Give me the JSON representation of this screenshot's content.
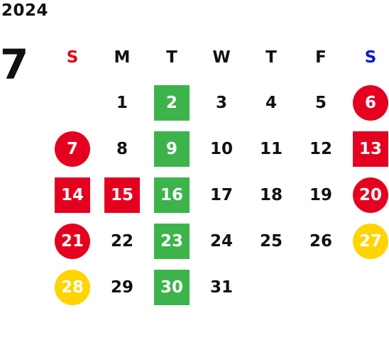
{
  "year": "2024",
  "month": "7",
  "weekdays": [
    "S",
    "M",
    "T",
    "W",
    "T",
    "F",
    "S"
  ],
  "styles": {
    "red": "#e60020",
    "green": "#3cb44b",
    "yellow": "#ffd400",
    "sunday_header": "#e60012",
    "saturday_header": "#0018d8"
  },
  "days": [
    {
      "d": "",
      "s": ""
    },
    {
      "d": "1",
      "s": ""
    },
    {
      "d": "2",
      "s": "green-square"
    },
    {
      "d": "3",
      "s": ""
    },
    {
      "d": "4",
      "s": ""
    },
    {
      "d": "5",
      "s": ""
    },
    {
      "d": "6",
      "s": "red-circle"
    },
    {
      "d": "7",
      "s": "red-circle"
    },
    {
      "d": "8",
      "s": ""
    },
    {
      "d": "9",
      "s": "green-square"
    },
    {
      "d": "10",
      "s": ""
    },
    {
      "d": "11",
      "s": ""
    },
    {
      "d": "12",
      "s": ""
    },
    {
      "d": "13",
      "s": "red-square"
    },
    {
      "d": "14",
      "s": "red-square"
    },
    {
      "d": "15",
      "s": "red-square"
    },
    {
      "d": "16",
      "s": "green-square"
    },
    {
      "d": "17",
      "s": ""
    },
    {
      "d": "18",
      "s": ""
    },
    {
      "d": "19",
      "s": ""
    },
    {
      "d": "20",
      "s": "red-circle"
    },
    {
      "d": "21",
      "s": "red-circle"
    },
    {
      "d": "22",
      "s": ""
    },
    {
      "d": "23",
      "s": "green-square"
    },
    {
      "d": "24",
      "s": ""
    },
    {
      "d": "25",
      "s": ""
    },
    {
      "d": "26",
      "s": ""
    },
    {
      "d": "27",
      "s": "yellow-circle"
    },
    {
      "d": "28",
      "s": "yellow-circle"
    },
    {
      "d": "29",
      "s": ""
    },
    {
      "d": "30",
      "s": "green-square"
    },
    {
      "d": "31",
      "s": ""
    },
    {
      "d": "",
      "s": ""
    },
    {
      "d": "",
      "s": ""
    },
    {
      "d": "",
      "s": ""
    }
  ]
}
